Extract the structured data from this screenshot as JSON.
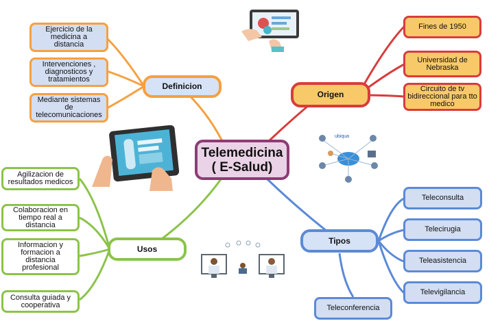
{
  "central": {
    "line1": "Telemedicina",
    "line2": "( E-Salud)"
  },
  "colors": {
    "definicion": "#f5a040",
    "origen": "#d93c3c",
    "usos": "#8bc34a",
    "tipos": "#5b8ad6",
    "central": "#8e3b75"
  },
  "definicion": {
    "label": "Definicion",
    "items": [
      {
        "lines": [
          "Ejercicio de la",
          "medicina a",
          "distancia"
        ]
      },
      {
        "lines": [
          "Intervenciones ,",
          "diagnosticos y",
          "tratamientos"
        ]
      },
      {
        "lines": [
          "Mediante sistemas",
          "de",
          "telecomunicaciones"
        ]
      }
    ]
  },
  "origen": {
    "label": "Origen",
    "items": [
      {
        "lines": [
          "Fines de 1950"
        ]
      },
      {
        "lines": [
          "Universidad de",
          "Nebraska"
        ]
      },
      {
        "lines": [
          "Circuito de tv",
          "bidireccional para  tto",
          "medico"
        ]
      }
    ]
  },
  "usos": {
    "label": "Usos",
    "items": [
      {
        "lines": [
          "Agilizacion de",
          "resultados medicos"
        ]
      },
      {
        "lines": [
          "Colaboracion en",
          "tiempo real a",
          "distancia"
        ]
      },
      {
        "lines": [
          "Informacion y",
          "formacion a",
          "distancia",
          "profesional"
        ]
      },
      {
        "lines": [
          "Consulta guiada y",
          "cooperativa"
        ]
      }
    ]
  },
  "tipos": {
    "label": "Tipos",
    "items": [
      {
        "lines": [
          "Teleconsulta"
        ]
      },
      {
        "lines": [
          "Telecirugia"
        ]
      },
      {
        "lines": [
          "Teleasistencia"
        ]
      },
      {
        "lines": [
          "Televigilancia"
        ]
      },
      {
        "lines": [
          "Teleconferencia"
        ]
      }
    ]
  },
  "illustrations": {
    "network_label": "ubiqua"
  }
}
